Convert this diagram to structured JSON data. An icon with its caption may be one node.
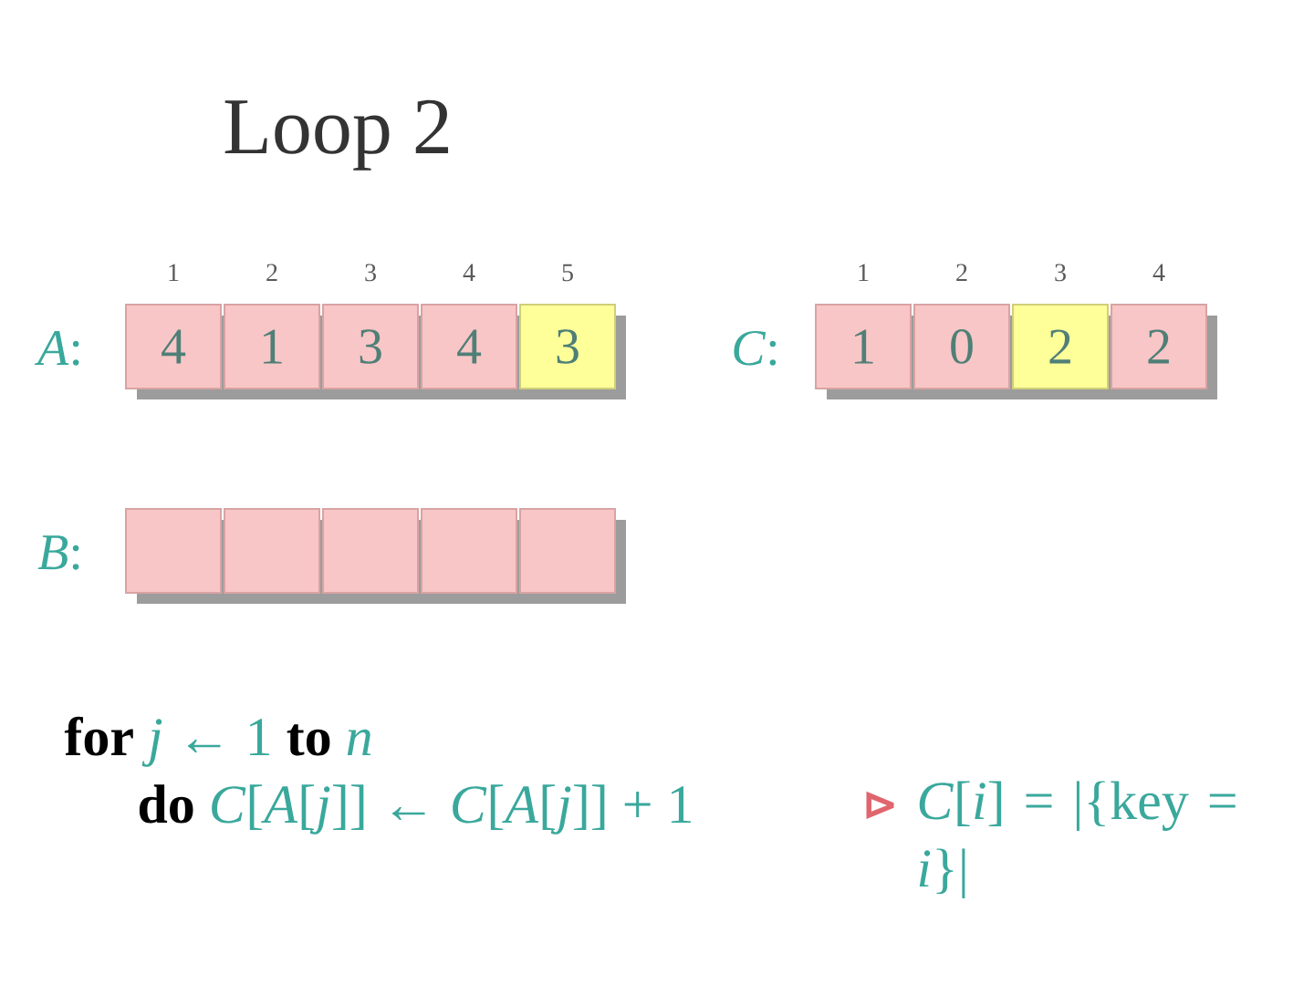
{
  "diagram": {
    "title": "Loop 2",
    "nodes": [
      {
        "text": [
          "4"
        ],
        "beside": [
          "1"
        ]
      },
      {
        "text": [
          "1"
        ],
        "beside": [
          "2"
        ]
      },
      {
        "text": [
          "3"
        ],
        "beside": [
          "3"
        ]
      },
      {
        "text": [
          "4"
        ],
        "beside": [
          "4"
        ]
      },
      {
        "text": [
          "3"
        ],
        "beside": [
          "5"
        ]
      },
      {
        "text": [
          "1"
        ],
        "beside": [
          "1"
        ]
      },
      {
        "text": [
          "0"
        ],
        "beside": [
          "2"
        ]
      },
      {
        "text": [
          "2"
        ],
        "beside": [
          "3"
        ]
      },
      {
        "text": [
          "2"
        ],
        "beside": [
          "4"
        ]
      },
      {
        "text": [],
        "shape": "box"
      },
      {
        "text": [],
        "shape": "box"
      },
      {
        "text": [],
        "shape": "box"
      },
      {
        "text": [],
        "shape": "box"
      },
      {
        "text": [],
        "shape": "box"
      }
    ],
    "labels": [
      "*A*:",
      "*C*:",
      "*B*:",
      "**for** *j* ← 1 **to** *n*",
      "**do** *C*[*A*[*j*]] ← *C*[*A*[*j*]] + 1",
      "⊳",
      "*C*[*i*] = |{key = *i*}|"
    ]
  }
}
